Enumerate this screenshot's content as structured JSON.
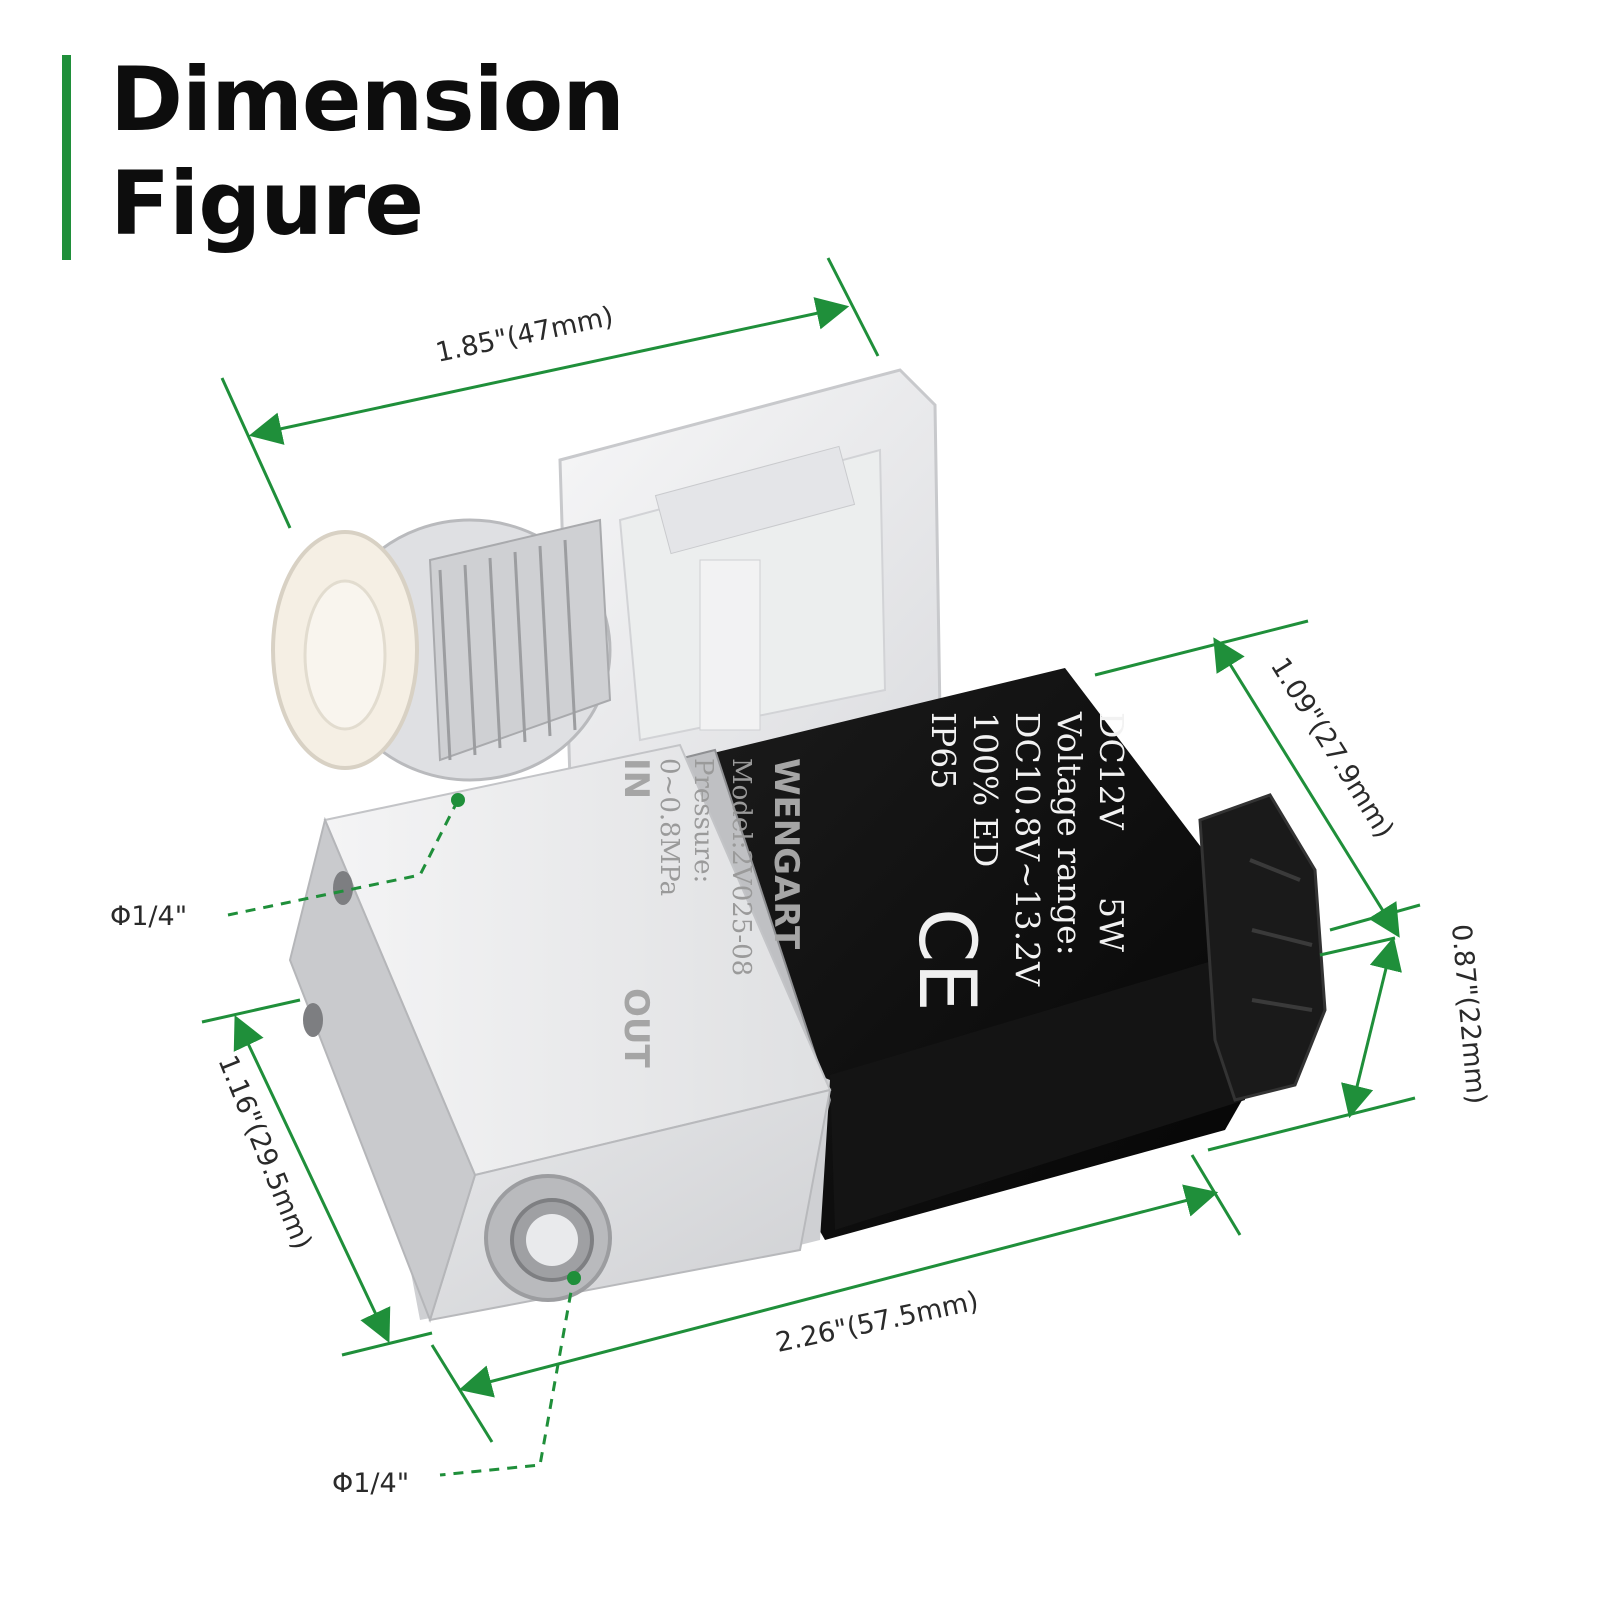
{
  "title": {
    "line1": "Dimension",
    "line2": "Figure"
  },
  "colors": {
    "accent": "#1f8f3a",
    "coil": "#111111",
    "body": "#d9dadc"
  },
  "dimensions": {
    "top_width": "1.85\"(47mm)",
    "coil_height": "1.09\"(27.9mm)",
    "coil_depth": "0.87\"(22mm)",
    "body_height": "1.16\"(29.5mm)",
    "total_length": "2.26\"(57.5mm)",
    "port_top": "Φ1/4\"",
    "port_bottom": "Φ1/4\""
  },
  "coil_label": {
    "line1": "DC12V",
    "line1_right": "5W",
    "line2": "Voltage  range:",
    "line3": "DC10.8V~13.2V",
    "line4": "100% ED",
    "line5": "IP65",
    "mark": "CE"
  },
  "valve_body": {
    "brand": "WENGART",
    "model": "Model:2V025-08",
    "pressure_label": "Pressure:",
    "pressure_value": "0~0.8MPa",
    "port_in": "IN",
    "port_out": "OUT"
  }
}
